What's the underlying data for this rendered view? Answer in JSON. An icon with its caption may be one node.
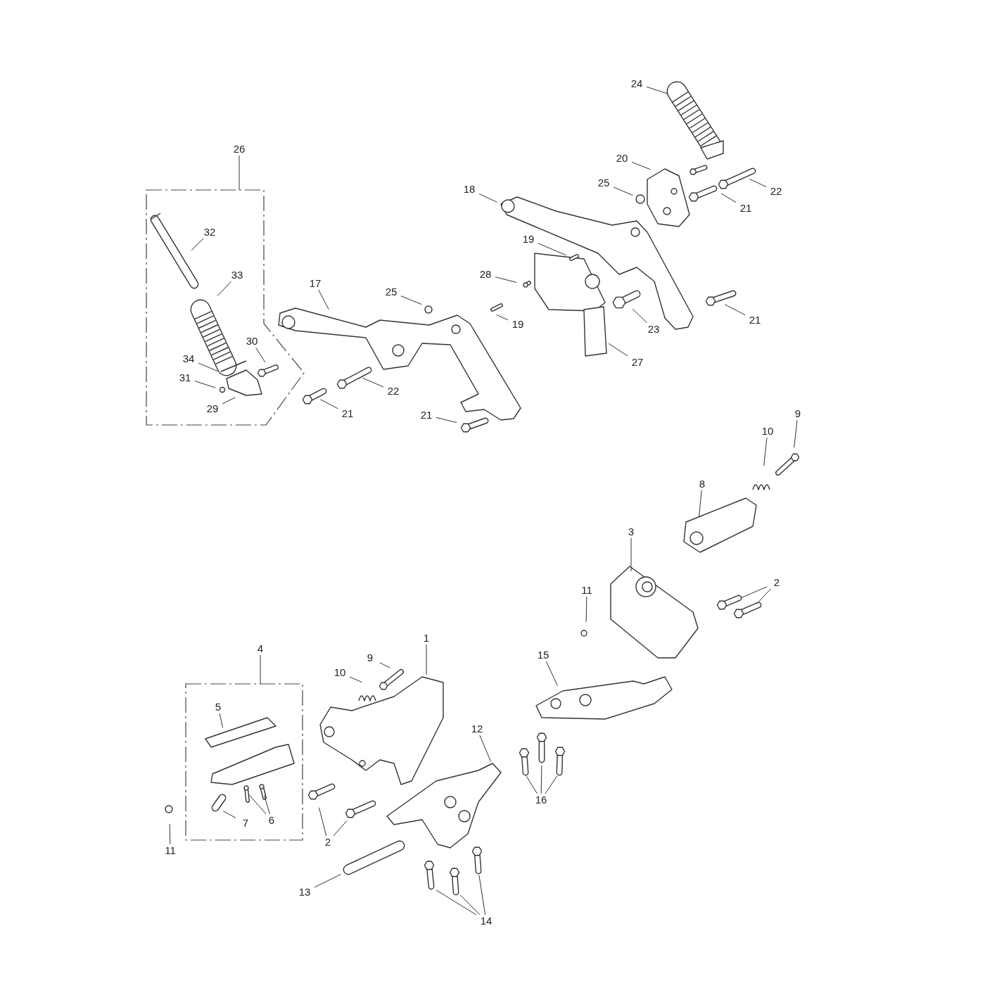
{
  "diagram": {
    "nodes": [
      {
        "text": [
          "26"
        ]
      },
      {
        "text": [],
        "shape": "box"
      },
      {
        "text": [
          "32"
        ],
        "in": 1
      },
      {
        "text": [
          "33"
        ],
        "in": 1
      },
      {
        "text": [
          "30"
        ],
        "in": 1
      },
      {
        "text": [
          "34"
        ],
        "in": 1
      },
      {
        "text": [
          "31"
        ],
        "in": 1
      },
      {
        "text": [
          "29"
        ],
        "in": 1
      },
      {
        "text": [
          "24"
        ]
      },
      {
        "text": [
          "20"
        ]
      },
      {
        "text": [
          "25"
        ]
      },
      {
        "text": [
          "22"
        ]
      },
      {
        "text": [
          "18"
        ]
      },
      {
        "text": [
          "21"
        ]
      },
      {
        "text": [
          "19"
        ]
      },
      {
        "text": [
          "28"
        ]
      },
      {
        "text": [
          "17"
        ]
      },
      {
        "text": [
          "25"
        ]
      },
      {
        "text": [
          "21"
        ]
      },
      {
        "text": [
          "19"
        ]
      },
      {
        "text": [
          "23"
        ]
      },
      {
        "text": [
          "27"
        ]
      },
      {
        "text": [
          "22"
        ]
      },
      {
        "text": [
          "21"
        ]
      },
      {
        "text": [
          "21"
        ]
      },
      {
        "text": [
          "9"
        ]
      },
      {
        "text": [
          "10"
        ]
      },
      {
        "text": [
          "8"
        ]
      },
      {
        "text": [
          "3"
        ]
      },
      {
        "text": [
          "2"
        ]
      },
      {
        "text": [
          "11"
        ]
      },
      {
        "text": [
          "1"
        ]
      },
      {
        "text": [
          "4"
        ]
      },
      {
        "text": [],
        "shape": "box"
      },
      {
        "text": [
          "5"
        ],
        "in": 33
      },
      {
        "text": [
          "7"
        ],
        "in": 33
      },
      {
        "text": [
          "6"
        ],
        "in": 33
      },
      {
        "text": [
          "9"
        ]
      },
      {
        "text": [
          "15"
        ]
      },
      {
        "text": [
          "10"
        ]
      },
      {
        "text": [
          "12"
        ]
      },
      {
        "text": [
          "16"
        ]
      },
      {
        "text": [
          "11"
        ]
      },
      {
        "text": [
          "2"
        ]
      },
      {
        "text": [
          "13"
        ]
      },
      {
        "text": [
          "14"
        ]
      }
    ],
    "edges": [
      {
        "from": 0,
        "to": 1,
        "arrow": "none"
      },
      {
        "from": 2,
        "to": null,
        "arrow": "none"
      },
      {
        "from": 3,
        "to": null,
        "arrow": "none"
      },
      {
        "from": 4,
        "to": null,
        "arrow": "none"
      },
      {
        "from": 5,
        "to": null,
        "arrow": "none"
      },
      {
        "from": 6,
        "to": null,
        "arrow": "none"
      },
      {
        "from": 7,
        "to": null,
        "arrow": "none"
      },
      {
        "from": 8,
        "to": null,
        "arrow": "none"
      },
      {
        "from": 9,
        "to": null,
        "arrow": "none"
      },
      {
        "from": 10,
        "to": null,
        "arrow": "none"
      },
      {
        "from": 11,
        "to": null,
        "arrow": "none"
      },
      {
        "from": 12,
        "to": null,
        "arrow": "none"
      },
      {
        "from": 13,
        "to": null,
        "arrow": "none"
      },
      {
        "from": 14,
        "to": null,
        "arrow": "none"
      },
      {
        "from": 15,
        "to": null,
        "arrow": "none"
      },
      {
        "from": 16,
        "to": null,
        "arrow": "none"
      },
      {
        "from": 17,
        "to": null,
        "arrow": "none"
      },
      {
        "from": 18,
        "to": null,
        "arrow": "none"
      },
      {
        "from": 19,
        "to": null,
        "arrow": "none"
      },
      {
        "from": 20,
        "to": null,
        "arrow": "none"
      },
      {
        "from": 21,
        "to": null,
        "arrow": "none"
      },
      {
        "from": 22,
        "to": null,
        "arrow": "none"
      },
      {
        "from": 23,
        "to": null,
        "arrow": "none"
      },
      {
        "from": 24,
        "to": null,
        "arrow": "none"
      },
      {
        "from": 25,
        "to": null,
        "arrow": "none"
      },
      {
        "from": 26,
        "to": null,
        "arrow": "none"
      },
      {
        "from": 27,
        "to": null,
        "arrow": "none"
      },
      {
        "from": 28,
        "to": null,
        "arrow": "none"
      },
      {
        "from": 29,
        "to": null,
        "arrow": "none"
      },
      {
        "from": 29,
        "to": null,
        "arrow": "none"
      },
      {
        "from": 30,
        "to": null,
        "arrow": "none"
      },
      {
        "from": 31,
        "to": null,
        "arrow": "none"
      },
      {
        "from": 32,
        "to": 33,
        "arrow": "none"
      },
      {
        "from": 34,
        "to": null,
        "arrow": "none"
      },
      {
        "from": 35,
        "to": null,
        "arrow": "none"
      },
      {
        "from": 36,
        "to": null,
        "arrow": "none"
      },
      {
        "from": 36,
        "to": null,
        "arrow": "none"
      },
      {
        "from": 37,
        "to": null,
        "arrow": "none"
      },
      {
        "from": 38,
        "to": null,
        "arrow": "none"
      },
      {
        "from": 39,
        "to": null,
        "arrow": "none"
      },
      {
        "from": 40,
        "to": null,
        "arrow": "none"
      },
      {
        "from": 41,
        "to": null,
        "arrow": "none"
      },
      {
        "from": 41,
        "to": null,
        "arrow": "none"
      },
      {
        "from": 41,
        "to": null,
        "arrow": "none"
      },
      {
        "from": 42,
        "to": null,
        "arrow": "none"
      },
      {
        "from": 43,
        "to": null,
        "arrow": "none"
      },
      {
        "from": 43,
        "to": null,
        "arrow": "none"
      },
      {
        "from": 44,
        "to": null,
        "arrow": "none"
      },
      {
        "from": 45,
        "to": null,
        "arrow": "none"
      },
      {
        "from": 45,
        "to": null,
        "arrow": "none"
      },
      {
        "from": 45,
        "to": null,
        "arrow": "none"
      }
    ]
  }
}
